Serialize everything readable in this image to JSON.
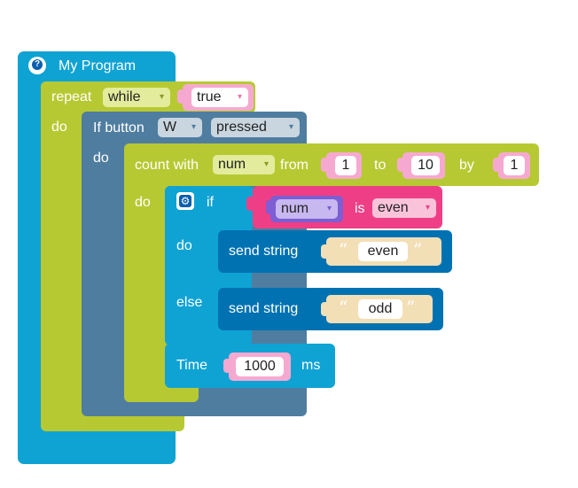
{
  "program": {
    "title": "My Program",
    "help_icon": "question-icon"
  },
  "repeat": {
    "label": "repeat",
    "mode": "while",
    "condition": "true",
    "do_label": "do"
  },
  "if_button": {
    "label": "If button",
    "button": "W",
    "state": "pressed",
    "do_label": "do"
  },
  "count": {
    "label": "count with",
    "variable": "num",
    "from_label": "from",
    "from_value": "1",
    "to_label": "to",
    "to_value": "10",
    "by_label": "by",
    "by_value": "1",
    "do_label": "do"
  },
  "if_else": {
    "gear_icon": "gear-icon",
    "if_label": "if",
    "condition_var": "num",
    "is_label": "is",
    "parity": "even",
    "do_label": "do",
    "else_label": "else"
  },
  "send_even": {
    "label": "send string",
    "text": "even"
  },
  "send_odd": {
    "label": "send string",
    "text": "odd"
  },
  "wait": {
    "label": "Time",
    "value": "1000",
    "unit": "ms"
  },
  "colors": {
    "program": "#0fa3d4",
    "repeat": "#b7c932",
    "if_button": "#4f7da0",
    "count": "#b7c932",
    "if_else": "#0fa3d4",
    "logic": "#ee3f86",
    "variable": "#7d5ed3",
    "send": "#0072b2",
    "string": "#f3dfb6",
    "number": "#f6a9d0"
  }
}
